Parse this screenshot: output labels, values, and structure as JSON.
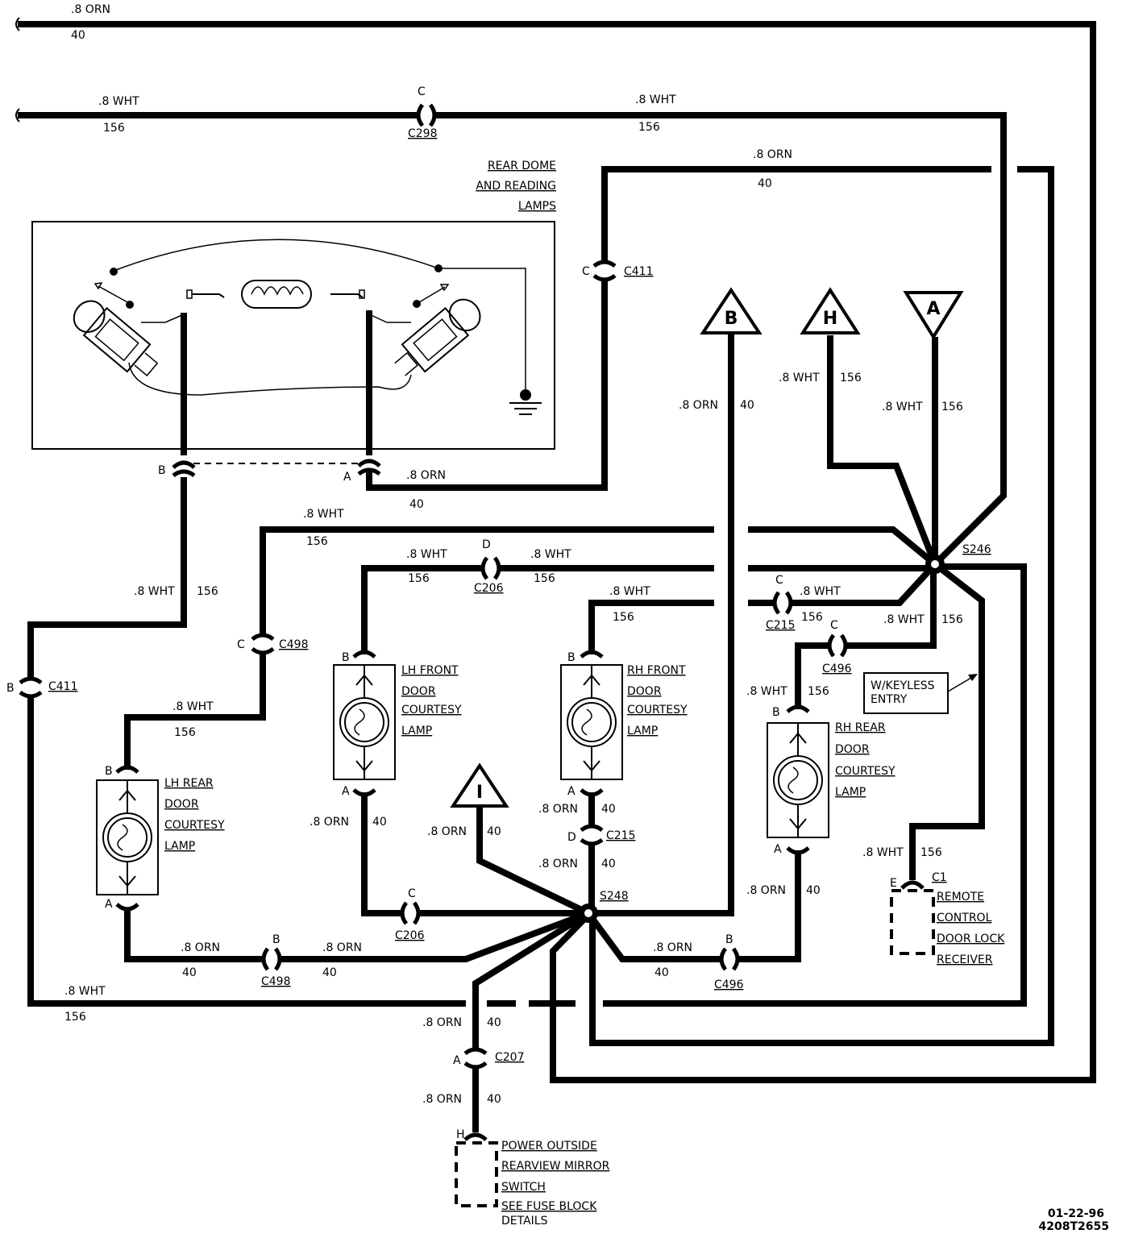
{
  "wires": {
    "orn": ".8 ORN",
    "wht": ".8 WHT",
    "c40": "40",
    "c156": "156"
  },
  "connectors": {
    "c298": "C298",
    "c411": "C411",
    "c206": "C206",
    "c215": "C215",
    "c496": "C496",
    "c498": "C498",
    "c207": "C207",
    "c1": "C1",
    "s246": "S246",
    "s248": "S248"
  },
  "pins": {
    "a": "A",
    "b": "B",
    "c": "C",
    "d": "D",
    "e": "E",
    "h": "H"
  },
  "offpage": {
    "b": "B",
    "h": "H",
    "a": "A",
    "i": "I"
  },
  "components": {
    "rear_dome": [
      "REAR DOME",
      "AND READING",
      "LAMPS"
    ],
    "lh_front": [
      "LH FRONT",
      "DOOR",
      "COURTESY",
      "LAMP"
    ],
    "rh_front": [
      "RH FRONT",
      "DOOR",
      "COURTESY",
      "LAMP"
    ],
    "rh_rear": [
      "RH REAR",
      "DOOR",
      "COURTESY",
      "LAMP"
    ],
    "lh_rear": [
      "LH REAR",
      "DOOR",
      "COURTESY",
      "LAMP"
    ],
    "remote": [
      "REMOTE",
      "CONTROL",
      "DOOR LOCK",
      "RECEIVER"
    ],
    "mirror": [
      "POWER OUTSIDE",
      "REARVIEW MIRROR",
      "SWITCH",
      "SEE FUSE BLOCK",
      "DETAILS"
    ]
  },
  "notes": {
    "keyless": [
      "W/KEYLESS",
      "ENTRY"
    ]
  },
  "footer": {
    "date": "01-22-96",
    "code": "4208T2655"
  }
}
